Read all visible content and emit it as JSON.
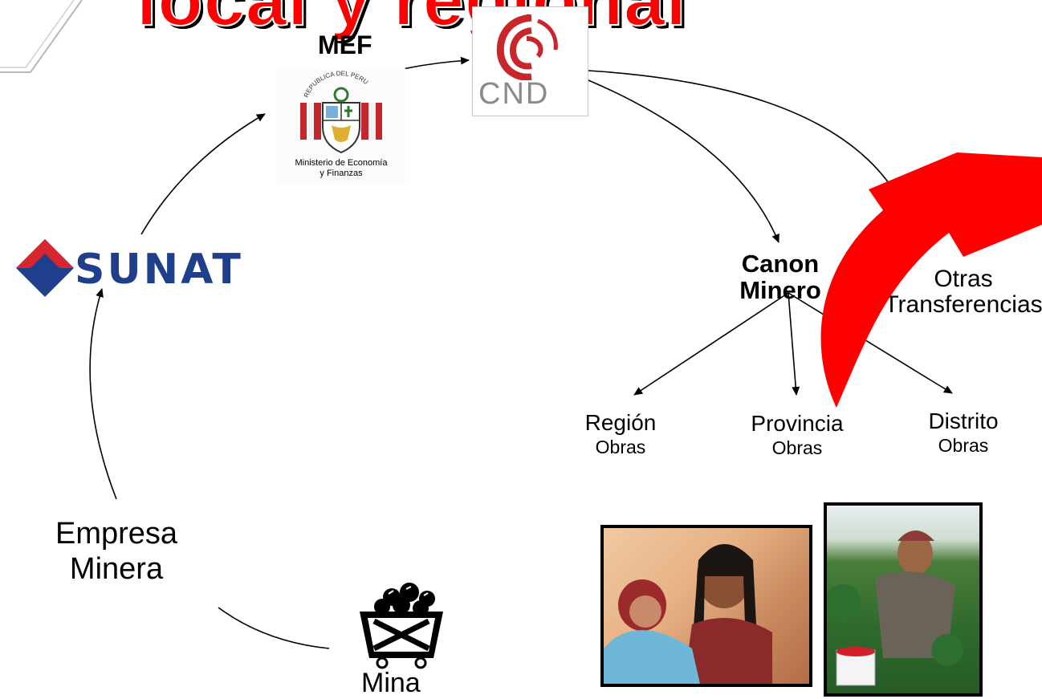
{
  "title": "local y regional",
  "mef": {
    "label": "MEF",
    "seal_text": "REPUBLICA DEL PERU",
    "ministry_line1": "Ministerio de Economía",
    "ministry_line2": "y Finanzas"
  },
  "cnd": {
    "logo_text": "CND"
  },
  "sunat": {
    "logo_text": "SUNAT"
  },
  "canon": {
    "line1": "Canon",
    "line2": "Minero"
  },
  "otras": {
    "line1": "Otras",
    "line2": "Transferencias"
  },
  "levels": [
    {
      "name": "Región",
      "sub": "Obras"
    },
    {
      "name": "Provincia",
      "sub": "Obras"
    },
    {
      "name": "Distrito",
      "sub": "Obras"
    }
  ],
  "empresa": {
    "line1": "Empresa",
    "line2": "Minera"
  },
  "mina": {
    "label": "Mina"
  },
  "colors": {
    "title": "#ff0000",
    "sunat": "#1f3e8c",
    "sunat_red": "#d7262e",
    "arrow_red": "#ff0000"
  }
}
